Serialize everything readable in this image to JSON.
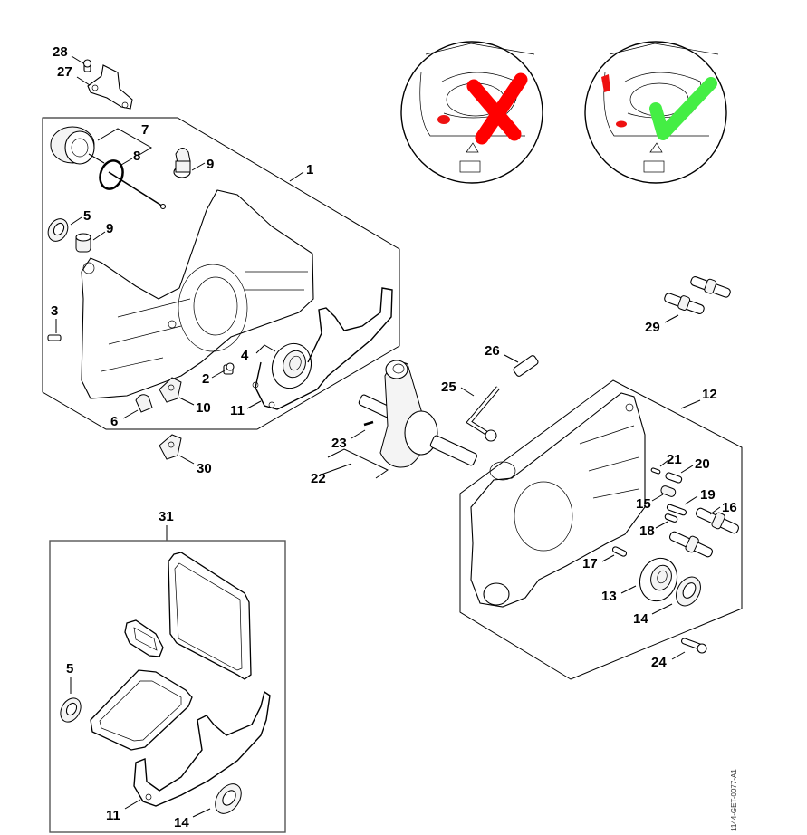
{
  "diagram": {
    "title": "Crankcase exploded parts diagram",
    "document_id": "1144-GET-0077-A1",
    "callouts": {
      "c1": "1",
      "c2": "2",
      "c3": "3",
      "c4": "4",
      "c5a": "5",
      "c5b": "5",
      "c6": "6",
      "c7": "7",
      "c8": "8",
      "c9a": "9",
      "c9b": "9",
      "c10": "10",
      "c11a": "11",
      "c11b": "11",
      "c12": "12",
      "c13": "13",
      "c14a": "14",
      "c14b": "14",
      "c15": "15",
      "c16": "16",
      "c17": "17",
      "c18": "18",
      "c19": "19",
      "c20": "20",
      "c21": "21",
      "c22": "22",
      "c23": "23",
      "c24": "24",
      "c25": "25",
      "c26": "26",
      "c27": "27",
      "c28": "28",
      "c29": "29",
      "c30": "30",
      "c31": "31"
    },
    "inset": {
      "wrong_icon": "cross-mark",
      "right_icon": "check-mark",
      "colors": {
        "wrong": "#ff0000",
        "right": "#44ee44",
        "marker": "#ee1111"
      }
    }
  }
}
